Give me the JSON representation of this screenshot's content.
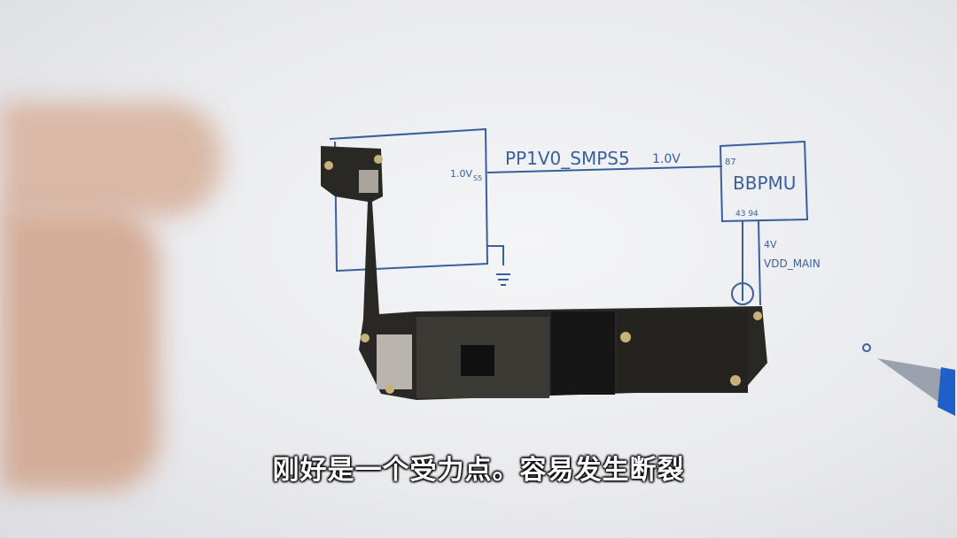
{
  "sketch": {
    "net_label": "PP1V0_SMPS5",
    "voltage_label": "1.0V",
    "source_label": "1.0V",
    "source_sub": "S5",
    "chip_label": "BBPMU",
    "pin_top": "87",
    "pin_bottom": "43 94",
    "supply_voltage": "4V",
    "supply_label": "VDD_MAIN",
    "ink_color": "#3a5f9e"
  },
  "subtitle": "刚好是一个受力点。容易发生断裂"
}
